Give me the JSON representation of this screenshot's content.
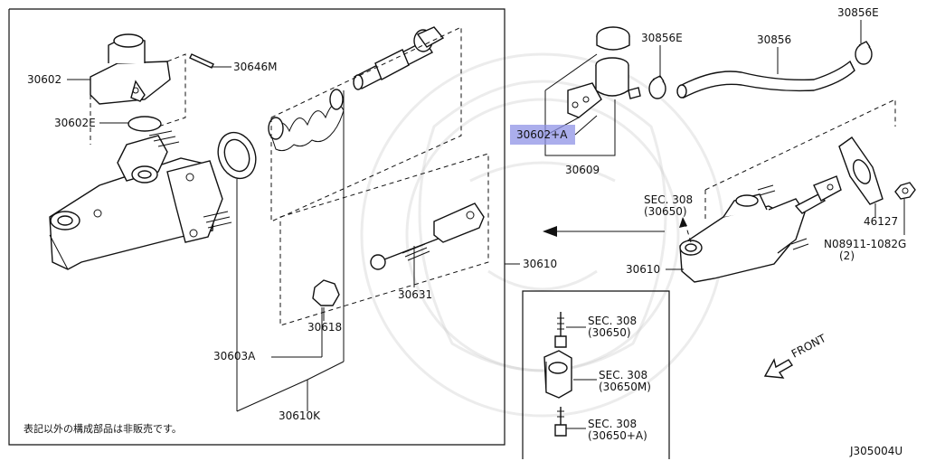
{
  "diagram_code": "J305004U",
  "footnote": "表記以外の構成部品は非販売です。",
  "labels": {
    "p30602": "30602",
    "p30646m": "30646M",
    "p30602e": "30602E",
    "p30603a": "30603A",
    "p30610k": "30610K",
    "p30618": "30618",
    "p30631": "30631",
    "p30610_main": "30610",
    "p30610_right": "30610",
    "p30602a": "30602+A",
    "p30609": "30609",
    "p30856e_left": "30856E",
    "p30856": "30856",
    "p30856e_right": "30856E",
    "p46127": "46127",
    "bolt_line1": "N08911-1082G",
    "bolt_line2": "(2)",
    "sec308_top_line1": "SEC. 308",
    "sec308_top_line2": "(30650)",
    "inset_sec1_line1": "SEC. 308",
    "inset_sec1_line2": "(30650)",
    "inset_sec2_line1": "SEC. 308",
    "inset_sec2_line2": "(30650M)",
    "inset_sec3_line1": "SEC. 308",
    "inset_sec3_line2": "(30650+A)",
    "front": "FRONT"
  },
  "highlight_color": "#8f93e6"
}
